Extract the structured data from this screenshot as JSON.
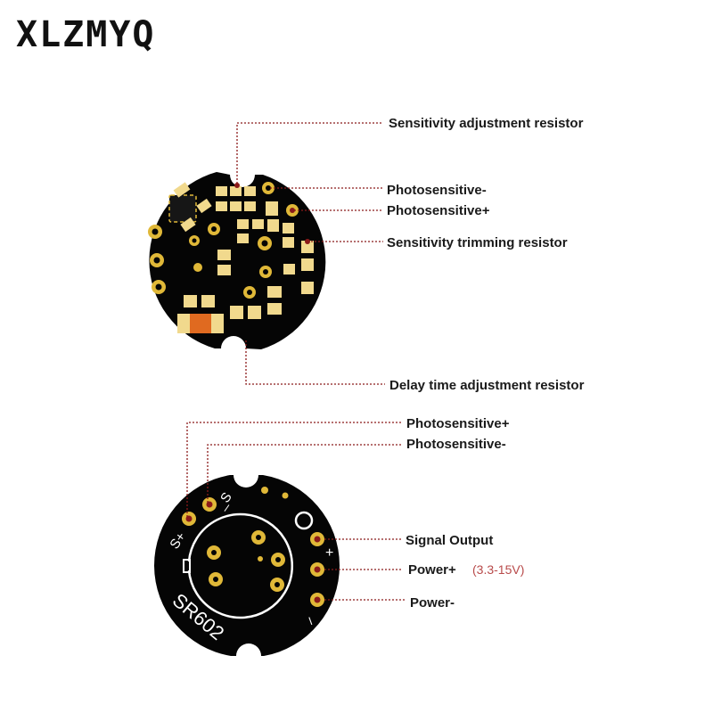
{
  "brand": "XLZMYQ",
  "colors": {
    "board": "#050505",
    "pad_gold": "#e0b838",
    "component": "#f1d98d",
    "leader": "#8b1a1a",
    "resistor_orange": "#e06a20",
    "silkscreen": "#ffffff"
  },
  "top_board": {
    "labels": {
      "sensitivity_adjustment": "Sensitivity adjustment resistor",
      "photosensitive_minus": "Photosensitive-",
      "photosensitive_plus": "Photosensitive+",
      "sensitivity_trimming": "Sensitivity trimming resistor",
      "delay_time": "Delay time adjustment resistor"
    }
  },
  "bottom_board": {
    "labels": {
      "photosensitive_plus": "Photosensitive+",
      "photosensitive_minus": "Photosensitive-",
      "signal_output": "Signal Output",
      "power_plus": "Power+",
      "power_plus_range": "(3.3-15V)",
      "power_minus": "Power-"
    },
    "silkscreen": {
      "model": "SR602",
      "s_plus": "S+",
      "s_minus": "_S",
      "plus": "+",
      "minus": "–"
    }
  }
}
